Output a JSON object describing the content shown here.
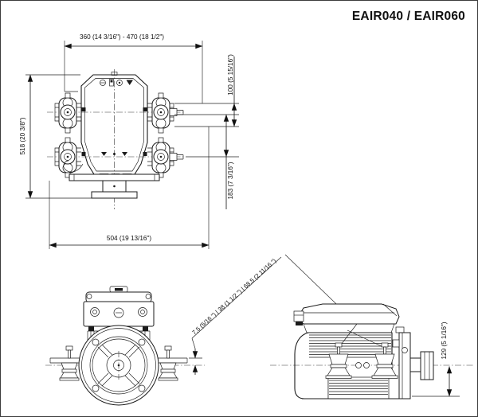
{
  "title": "EAIR040 / EAIR060",
  "dimensions": {
    "front_width_range": "360 (14 3/16\") - 470 (18 1/2\")",
    "front_height_overall": "518 (20 3/8\")",
    "damper_height": "100 (5 15/16\")",
    "damper_spacing": "183 (7 3/16\")",
    "base_width": "504 (19 13/16\")",
    "mount_offsets": "7,5 (5/16 \") | 38 (1 1/2 \") | 68,5 (2 11/16 \")",
    "side_base_height": "129 (5 1/16\")"
  }
}
